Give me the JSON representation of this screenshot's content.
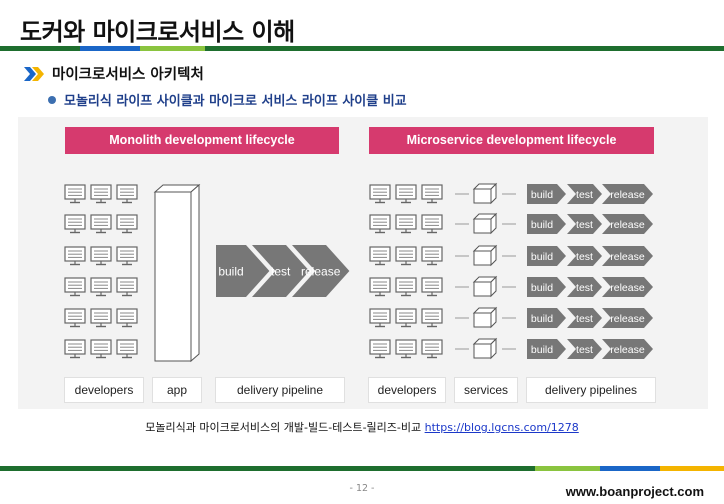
{
  "header": {
    "title": "도커와 마이크로서비스 이해"
  },
  "colors": {
    "green": "#1e6e2e",
    "blue": "#1a66c7",
    "lightgreen": "#8ac43f",
    "yellow": "#f4b400",
    "pink": "#d63a6e",
    "gray_arrow": "#777777"
  },
  "section": {
    "heading": "마이크로서비스 아키텍처",
    "subheading": "모놀리식 라이프 사이클과 마이크로 서비스 라이프 사이클 비교"
  },
  "figure": {
    "left_title": "Monolith development lifecycle",
    "right_title": "Microservice development lifecycle",
    "pipeline_steps": [
      "build",
      "test",
      "release"
    ],
    "labels": {
      "developers_left": "developers",
      "app": "app",
      "delivery_pipeline": "delivery pipeline",
      "developers_right": "developers",
      "services": "services",
      "delivery_pipelines": "delivery pipelines"
    }
  },
  "caption": {
    "text": "모놀리식과 마이크로서비스의 개발-빌드-테스트-릴리즈-비교",
    "link": "https://blog.lgcns.com/1278"
  },
  "footer": {
    "page": "- 12 -",
    "site": "www.boanproject.com"
  }
}
